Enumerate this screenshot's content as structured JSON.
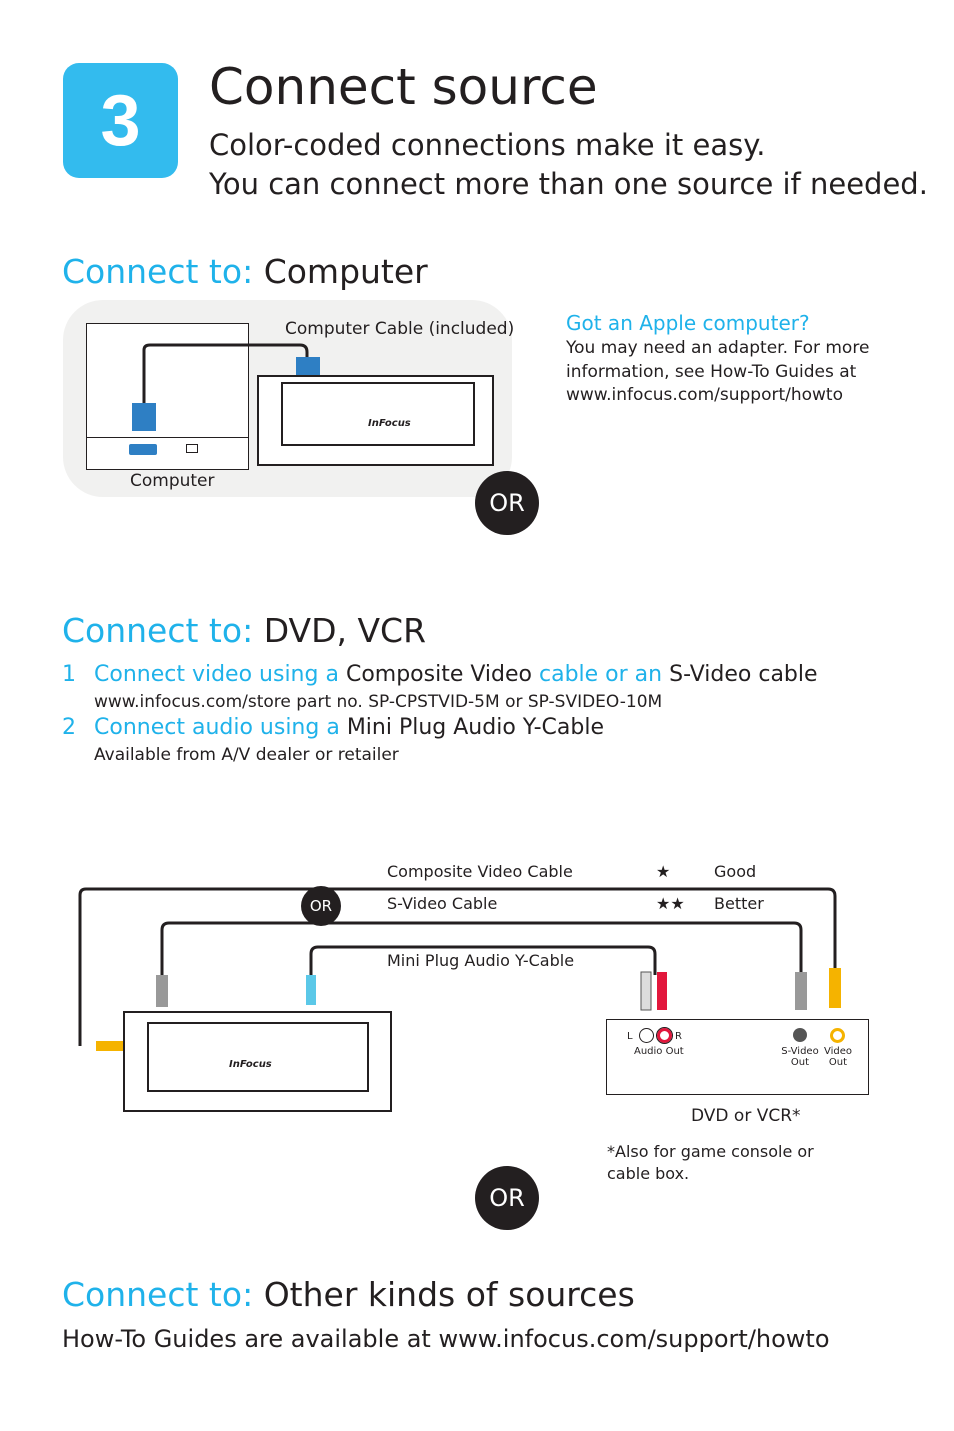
{
  "step": {
    "number": "3",
    "title": "Connect source",
    "line1": "Color-coded connections make it easy.",
    "line2": "You can connect more than one source if needed."
  },
  "computer": {
    "prefix": "Connect to:",
    "target": "Computer",
    "cable_label": "Computer Cable (included)",
    "device_label": "Computer",
    "brand": "InFocus",
    "apple_title": "Got an Apple computer?",
    "apple_text": [
      "You may need an adapter. For more",
      "information, see How-To Guides at",
      "www.infocus.com/support/howto"
    ]
  },
  "or_label": "OR",
  "dvd": {
    "prefix": "Connect to:",
    "target": "DVD, VCR",
    "steps": [
      {
        "num": "1",
        "a": "Connect video using a",
        "b": "Composite Video",
        "c": "cable or an",
        "d": "S-Video cable",
        "note": "www.infocus.com/store part no. SP-CPSTVID-5M or SP-SVIDEO-10M"
      },
      {
        "num": "2",
        "a": "Connect audio using a",
        "b": "Mini Plug Audio Y-Cable",
        "note": "Available from A/V dealer or retailer"
      }
    ],
    "legend": [
      {
        "cable": "Composite Video Cable",
        "stars": "★",
        "rating": "Good"
      },
      {
        "cable": "S-Video Cable",
        "stars": "★★",
        "rating": "Better"
      }
    ],
    "audio_cable": "Mini Plug Audio Y-Cable",
    "ports": {
      "l": "L",
      "r": "R",
      "audio_out": "Audio Out",
      "svideo": [
        "S-Video",
        "Out"
      ],
      "video": [
        "Video",
        "Out"
      ]
    },
    "device_label": "DVD or VCR*",
    "footnote": "*Also for game console or cable box.",
    "brand": "InFocus"
  },
  "other": {
    "prefix": "Connect to:",
    "target": "Other kinds of sources",
    "text": "How-To Guides are available at www.infocus.com/support/howto"
  },
  "colors": {
    "accent": "#1fb2ea",
    "yellow": "#f5b300",
    "red": "#e2173c",
    "vga": "#2e7fc4"
  }
}
